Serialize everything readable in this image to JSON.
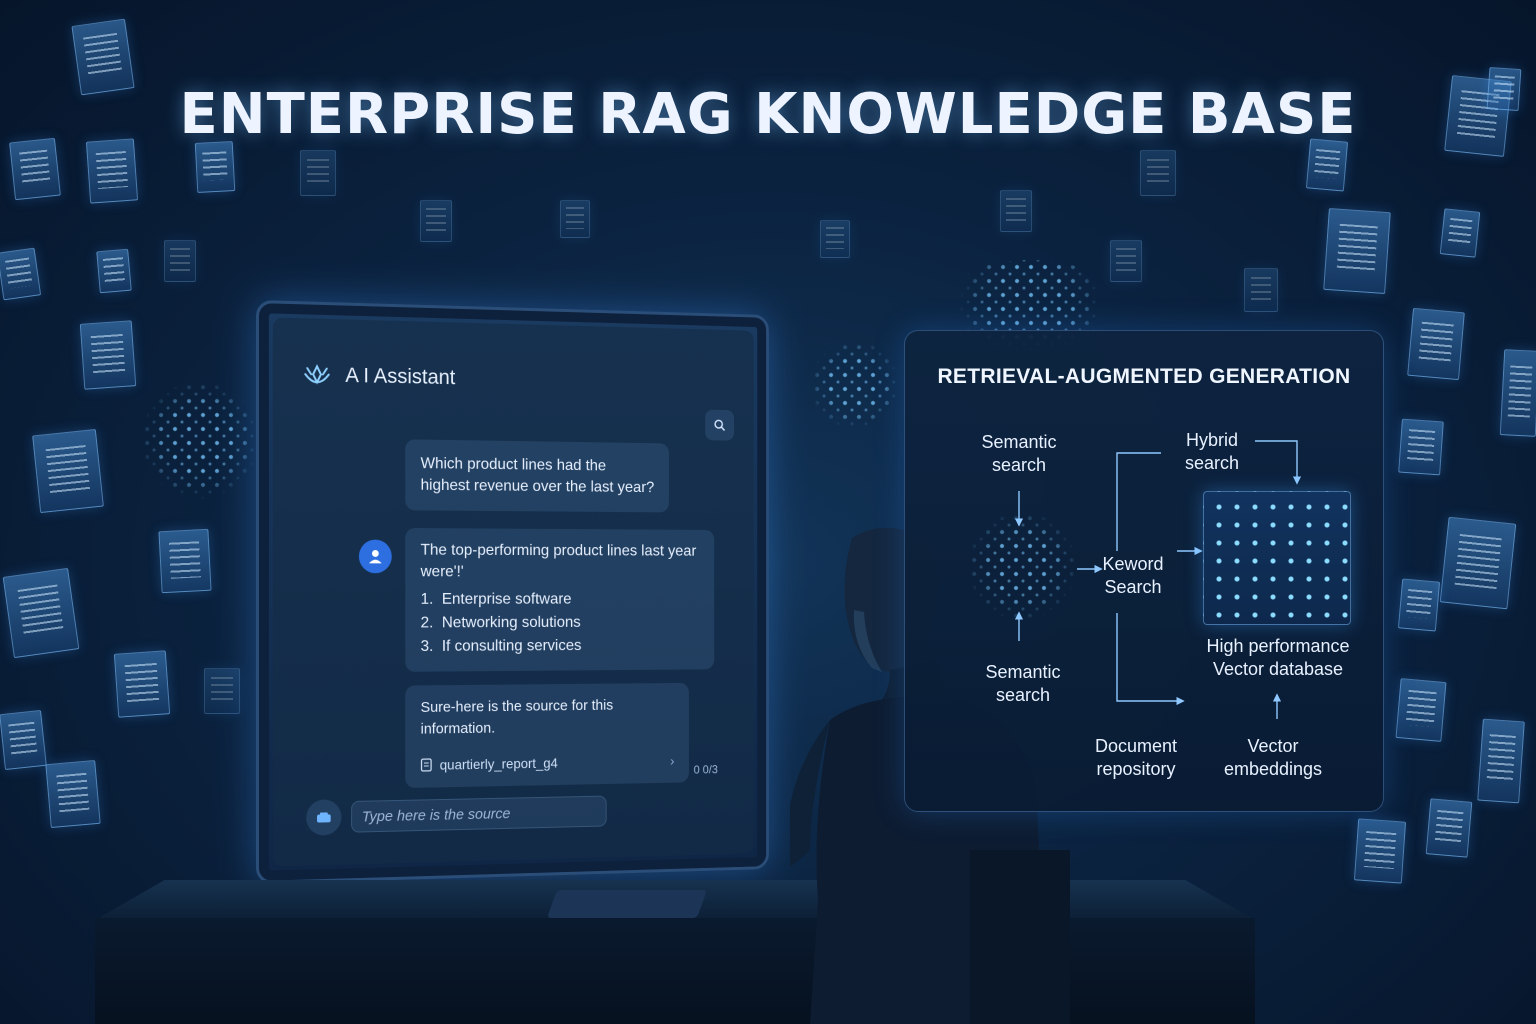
{
  "title": "ENTERPRISE RAG KNOWLEDGE BASE",
  "chat": {
    "app_title": "A I Assistant",
    "user_question": "Which product lines had the highest revenue over the last year?",
    "assistant_intro": "The top-performing product lines last year were'!'",
    "answer_items": [
      {
        "num": "1.",
        "text": "Enterprise software"
      },
      {
        "num": "2.",
        "text": "Networking solutions"
      },
      {
        "num": "3.",
        "text": "If consulting services"
      }
    ],
    "source_message": "Sure-here is the source for this information.",
    "source_file": "quartierly_report_g4",
    "counter": "0 0/3",
    "input_placeholder": "Type here is the source"
  },
  "rag": {
    "title": "RETRIEVAL-AUGMENTED GENERATION",
    "semantic_search_top": "Semantic search",
    "hybrid_search": "Hybrid search",
    "keyword_search": "Keword Search",
    "semantic_search_bottom": "Semantic search",
    "vector_db": "High performance Vector database",
    "document_repository": "Document repository",
    "vector_embeddings": "Vector embeddings"
  },
  "colors": {
    "accent": "#2d6fe0",
    "background": "#0b2340",
    "glow": "#78c8ff"
  }
}
